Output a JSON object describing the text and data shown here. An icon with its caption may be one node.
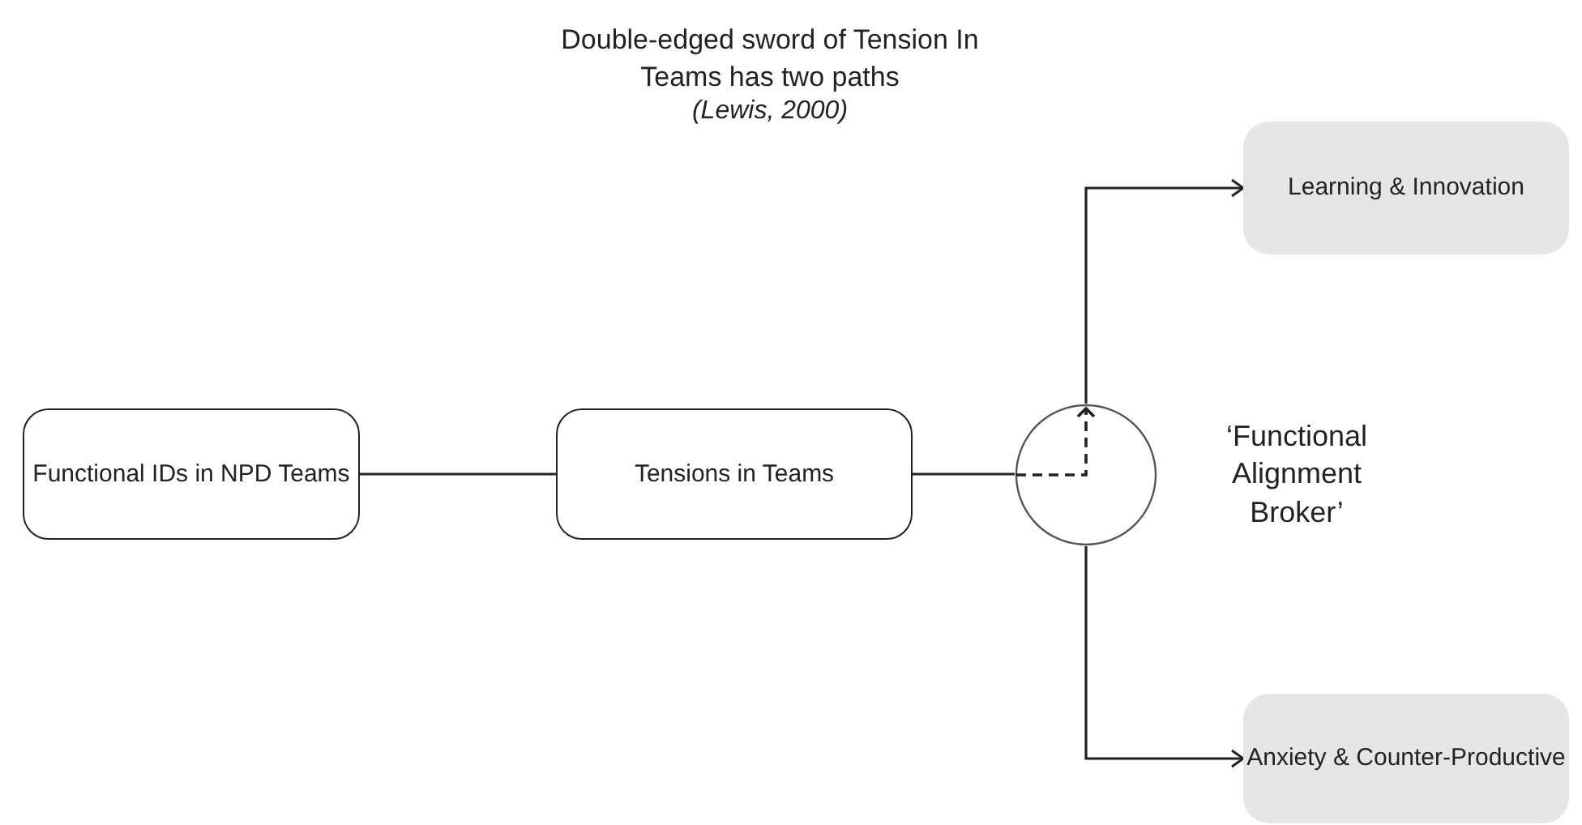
{
  "diagram": {
    "title": "Double-edged sword of Tension In Teams has two paths",
    "nodes": [
      {
        "text": [
          "Functional IDs in NPD Teams"
        ]
      },
      {
        "text": [
          "Tensions in Teams"
        ]
      },
      {
        "text": [],
        "shape": "circle",
        "beside": [
          "‘Functional Alignment Broker’"
        ]
      },
      {
        "text": [
          "Learning & Innovation"
        ]
      },
      {
        "text": [
          "Anxiety & Counter-Productive"
        ]
      }
    ],
    "edges": [
      {
        "from": 0,
        "to": 1,
        "arrow": "none"
      },
      {
        "from": 1,
        "to": 2,
        "arrow": "none"
      },
      {
        "from": 2,
        "to": 3,
        "arrow": "to"
      },
      {
        "from": 2,
        "to": 4,
        "arrow": "to"
      }
    ],
    "labels": [
      "(Lewis, 2000)"
    ]
  }
}
